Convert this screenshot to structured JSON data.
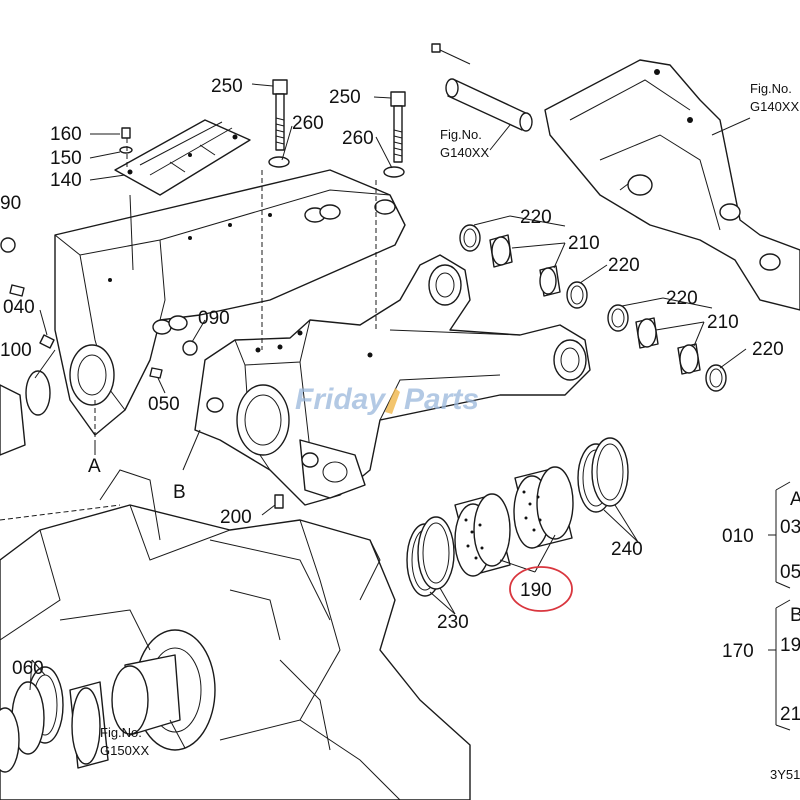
{
  "callouts": {
    "c250a": "250",
    "c250b": "250",
    "c260a": "260",
    "c260b": "260",
    "c160": "160",
    "c150": "150",
    "c140": "140",
    "c090a": "90",
    "c040": "040",
    "c090b": "090",
    "c100": "100",
    "c050": "050",
    "cA": "A",
    "cB": "B",
    "c200": "200",
    "c220a": "220",
    "c210a": "210",
    "c220b": "220",
    "c220c": "220",
    "c210b": "210",
    "c220d": "220",
    "c240": "240",
    "c190": "190",
    "c230": "230",
    "c060": "060",
    "c010": "010",
    "c170": "170"
  },
  "legend_fragments": {
    "a_head": "A",
    "a_1": "03",
    "a_2": "05",
    "b_head": "B",
    "b_1": "19",
    "b_2": "21"
  },
  "fig_refs": {
    "g140_left_1": "Fig.No.",
    "g140_left_2": "G140XX",
    "g140_right_1": "Fig.No.",
    "g140_right_2": "G140XX",
    "g150_1": "Fig.No.",
    "g150_2": "G150XX"
  },
  "diagram_code": "3Y51",
  "watermark": {
    "word1": "Friday",
    "word2": "Parts"
  },
  "highlight_color": "#d9363e"
}
